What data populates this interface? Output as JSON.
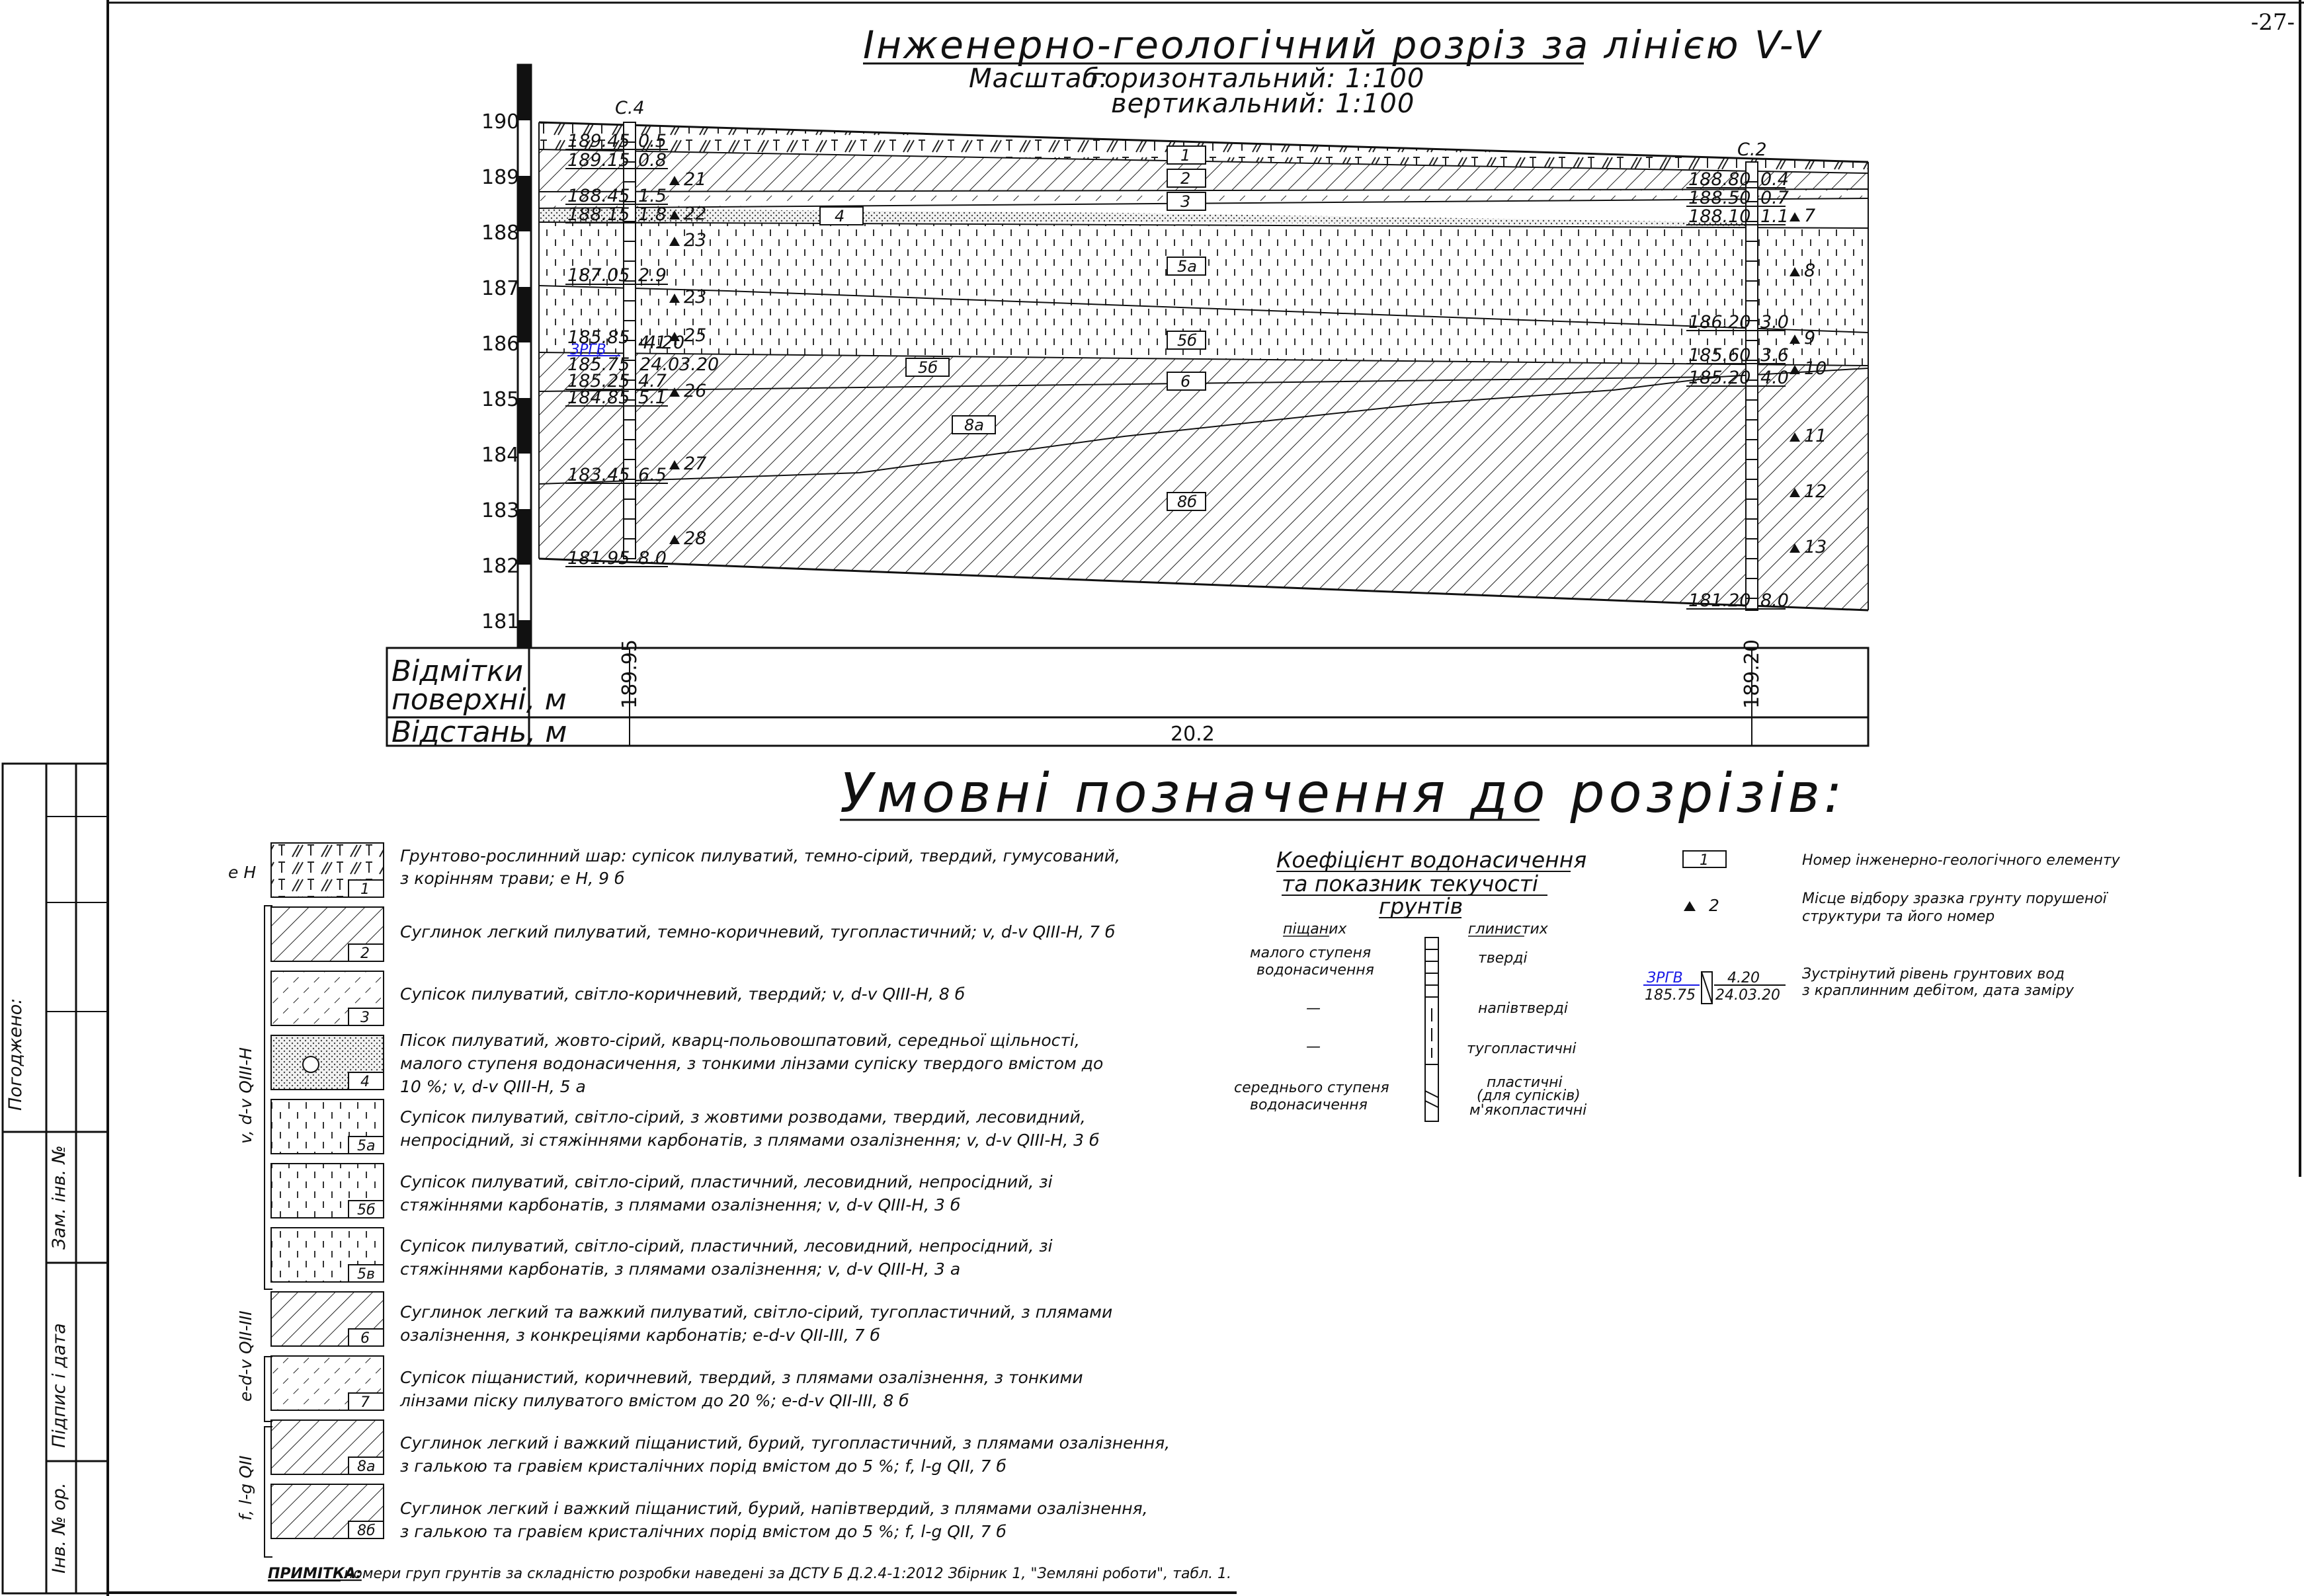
{
  "page": {
    "number": "-27-"
  },
  "section": {
    "title": "Інженерно-геологічний розріз за лінією V-V",
    "scale_label": "Масштаб:",
    "scale_horizontal": "горизонтальний: 1:100",
    "scale_vertical": "вертикальний: 1:100",
    "elev_ticks": [
      "190",
      "189",
      "188",
      "187",
      "186",
      "185",
      "184",
      "183",
      "182",
      "181"
    ],
    "ige_labels": [
      "1",
      "2",
      "3",
      "4",
      "5а",
      "5б",
      "5б",
      "6",
      "8а",
      "8б"
    ],
    "well_c4": {
      "name": "С.4",
      "rows": [
        {
          "elev": "189.45",
          "depth": "0.5"
        },
        {
          "elev": "189.15",
          "depth": "0.8"
        },
        {
          "elev": "188.45",
          "depth": "1.5"
        },
        {
          "elev": "188.15",
          "depth": "1.8"
        },
        {
          "elev": "187.05",
          "depth": "2.9"
        },
        {
          "elev": "185.85",
          "depth": "4.1"
        },
        {
          "elev": "185.75",
          "depth": "4.20"
        },
        {
          "elev": "185.25",
          "depth": "4.7"
        },
        {
          "elev": "184.85",
          "depth": "5.1"
        },
        {
          "elev": "183.45",
          "depth": "6.5"
        },
        {
          "elev": "181.95",
          "depth": "8.0"
        }
      ],
      "gw_label": "ЗРГВ",
      "gw_date": "24.03.20",
      "samples": [
        "21",
        "22",
        "23",
        "23",
        "25",
        "26",
        "27",
        "28"
      ]
    },
    "well_c2": {
      "name": "С.2",
      "rows": [
        {
          "elev": "188.80",
          "depth": "0.4"
        },
        {
          "elev": "188.50",
          "depth": "0.7"
        },
        {
          "elev": "188.10",
          "depth": "1.1"
        },
        {
          "elev": "186.20",
          "depth": "3.0"
        },
        {
          "elev": "185.60",
          "depth": "3.6"
        },
        {
          "elev": "185.20",
          "depth": "4.0"
        },
        {
          "elev": "181.20",
          "depth": "8.0"
        }
      ],
      "samples": [
        "7",
        "8",
        "9",
        "10",
        "11",
        "12",
        "13"
      ]
    },
    "table": {
      "row1_label_1": "Відмітки",
      "row1_label_2": "поверхні, м",
      "surface_c4": "189.95",
      "surface_c2": "189.20",
      "row2_label": "Відстань, м",
      "distance": "20.2"
    }
  },
  "legend": {
    "title": "Умовні позначення до розрізів:",
    "age_groups": [
      "e H",
      "v, d-v QIII-H",
      "e-d-v QII-III",
      "f, l-g QII"
    ],
    "items": [
      {
        "num": "1",
        "line1": "Грунтово-рослинний шар: супісок пилуватий, темно-сірий, твердий, гумусований,",
        "line2": "з корінням трави; e H, 9 б",
        "line3": ""
      },
      {
        "num": "2",
        "line1": "Суглинок легкий пилуватий, темно-коричневий, тугопластичний; v, d-v QIII-H, 7 б",
        "line2": "",
        "line3": ""
      },
      {
        "num": "3",
        "line1": "Супісок пилуватий, світло-коричневий, твердий; v, d-v QIII-H, 8 б",
        "line2": "",
        "line3": ""
      },
      {
        "num": "4",
        "line1": "Пісок пилуватий, жовто-сірий, кварц-польовошпатовий, середньої щільності,",
        "line2": "малого ступеня водонасичення, з тонкими лінзами супіску твердого вмістом до",
        "line3": "10 %; v, d-v QIII-H, 5 а"
      },
      {
        "num": "5а",
        "line1": "Супісок пилуватий, світло-сірий, з жовтими розводами, твердий, лесовидний,",
        "line2": "непросідний, зі стяжіннями карбонатів, з плямами озалізнення; v, d-v QIII-H, 3 б",
        "line3": ""
      },
      {
        "num": "5б",
        "line1": "Супісок пилуватий, світло-сірий, пластичний, лесовидний, непросідний, зі",
        "line2": "стяжіннями карбонатів, з плямами озалізнення; v, d-v QIII-H, 3 б",
        "line3": ""
      },
      {
        "num": "5в",
        "line1": "Супісок пилуватий, світло-сірий, пластичний, лесовидний, непросідний, зі",
        "line2": "стяжіннями карбонатів, з плямами озалізнення; v, d-v QIII-H, 3 а",
        "line3": ""
      },
      {
        "num": "6",
        "line1": "Суглинок легкий та важкий пилуватий, світло-сірий, тугопластичний, з плямами",
        "line2": "озалізнення, з конкреціями карбонатів; e-d-v QII-III, 7 б",
        "line3": ""
      },
      {
        "num": "7",
        "line1": "Супісок піщанистий, коричневий, твердий, з плямами озалізнення, з тонкими",
        "line2": "лінзами піску пилуватого вмістом до 20 %; e-d-v QII-III, 8 б",
        "line3": ""
      },
      {
        "num": "8а",
        "line1": "Суглинок легкий і важкий піщанистий, бурий, тугопластичний, з плямами озалізнення,",
        "line2": "з галькою та гравієм кристалічних порід вмістом до 5 %; f, l-g QII, 7 б",
        "line3": ""
      },
      {
        "num": "8б",
        "line1": "Суглинок легкий і важкий піщанистий, бурий, напівтвердий, з плямами озалізнення,",
        "line2": "з галькою та гравієм кристалічних порід вмістом до 5 %; f, l-g QII, 7 б",
        "line3": ""
      }
    ],
    "note_label": "ПРИМІТКА:",
    "note_text": "номери груп грунтів за складністю розробки наведені за ДСТУ Б Д.2.4-1:2012 Збірник 1, \"Земляні роботи\", табл. 1.",
    "coef": {
      "title1": "Коефіцієнт водонасичення",
      "title2": "та показник текучості",
      "title3": "грунтів",
      "col_sand": "піщаних",
      "col_clay": "глинистих",
      "sand_low_1": "малого ступеня",
      "sand_low_2": "водонасичення",
      "sand_mid_1": "середнього ступеня",
      "sand_mid_2": "водонасичення",
      "dash": "—",
      "clay_1": "тверді",
      "clay_2": "напівтверді",
      "clay_3": "тугопластичні",
      "clay_4a": "пластичні",
      "clay_4b": "(для супісків)",
      "clay_4c": "м'якопластичні"
    },
    "keys": {
      "ige_num": "1",
      "ige_text": "Номер інженерно-геологічного елементу",
      "sample_num": "2",
      "sample_text1": "Місце відбору зразка грунту порушеної",
      "sample_text2": "структури та його номер",
      "gw_label": "ЗРГВ",
      "gw_elev": "185.75",
      "gw_depth": "4.20",
      "gw_date": "24.03.20",
      "gw_text1": "Зустрінутий рівень грунтових вод",
      "gw_text2": "з краплинним дебітом, дата заміру"
    }
  },
  "stamp": {
    "agreed": "Погоджено:",
    "inv_replace": "Зам. інв. №",
    "sign_date": "Підпис і дата",
    "inv_orig": "Інв. № ор."
  }
}
